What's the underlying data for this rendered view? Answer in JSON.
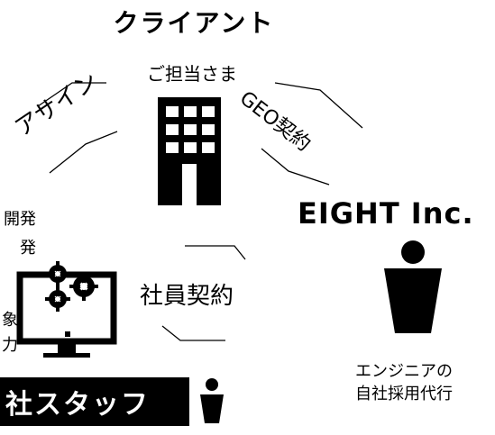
{
  "header": {
    "title": "クライアント",
    "client_contact": "ご担当さま"
  },
  "relations": {
    "assign_label": "アサイン",
    "geo_contract_label": "GEO契約",
    "employee_contract_label": "社員契約"
  },
  "eight": {
    "company_name": "EIGHT Inc.",
    "description_line1": "エンジニアの",
    "description_line2": "自社採用代行"
  },
  "staff": {
    "banner_text": "社スタッフ"
  },
  "left_cropped": {
    "line1": "開発",
    "line2": "発",
    "line3": "象",
    "line4": "力"
  },
  "colors": {
    "ink": "#000000",
    "paper": "#ffffff"
  },
  "icons": [
    "building-icon",
    "person-icon",
    "computer-gears-icon",
    "small-person-icon"
  ]
}
